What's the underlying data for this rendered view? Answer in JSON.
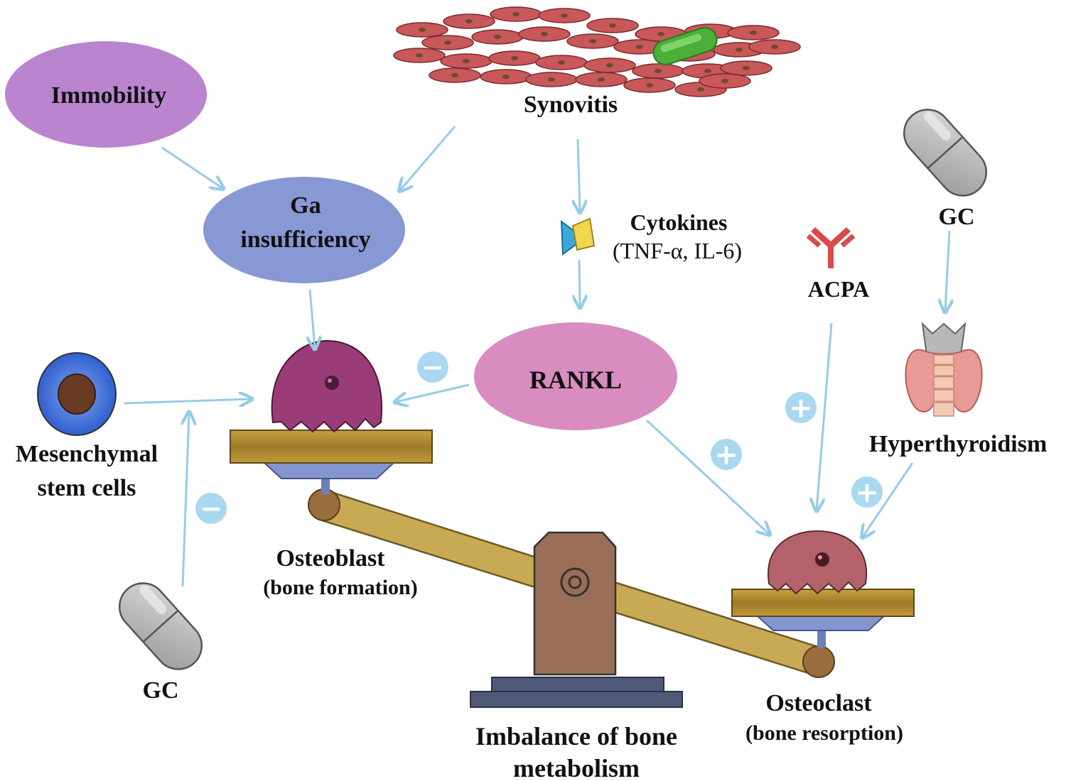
{
  "colors": {
    "arrow": "#96cce8",
    "immobility_fill": "#bb84cf",
    "ga_fill": "#8898d4",
    "rankl_fill": "#d88cc0",
    "sign_fill": "#a9d8f0",
    "beam": "#c8aa55",
    "fulcrum": "#9a6e57",
    "base": "#505a78",
    "osteoblast": "#9a3c78",
    "osteoclast": "#b4626a",
    "bone_plate": "#b48a2c",
    "pill": "#bdbdbd",
    "thyroid": "#e89a98",
    "red_cells": "#c8585a",
    "bacterium": "#4caf3a",
    "acpa": "#d94a48"
  },
  "nodes": {
    "immobility": "Immobility",
    "ga_line1": "Ga",
    "ga_line2": "insufficiency",
    "synovitis": "Synovitis",
    "cytokines": "Cytokines",
    "cytokines_detail": "(TNF-α, IL-6)",
    "rankl": "RANKL",
    "acpa": "ACPA",
    "gc_top": "GC",
    "gc_bottom": "GC",
    "hyperthyroidism": "Hyperthyroidism",
    "msc_line1": "Mesenchymal",
    "msc_line2": "stem cells",
    "osteoblast": "Osteoblast",
    "osteoblast_sub": "(bone formation)",
    "osteoclast": "Osteoclast",
    "osteoclast_sub": "(bone resorption)",
    "imbalance_line1": "Imbalance of bone",
    "imbalance_line2": "metabolism"
  },
  "icons": [
    "red-blood-cells-icon",
    "bacterium-icon",
    "cytokine-icon",
    "antibody-icon",
    "pill-icon",
    "thyroid-icon",
    "stem-cell-icon",
    "osteoblast-icon",
    "osteoclast-icon",
    "balance-scale-icon"
  ],
  "signs": {
    "minus": "−",
    "plus": "+"
  }
}
